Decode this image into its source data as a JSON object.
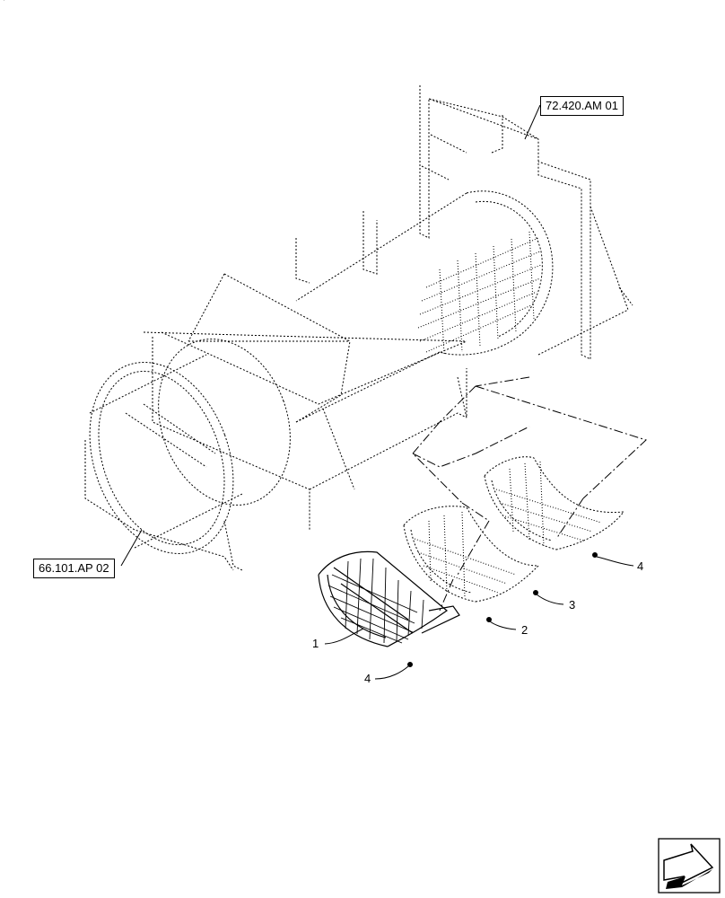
{
  "references": {
    "upper": "72.420.AM 01",
    "lower": "66.101.AP 02"
  },
  "callouts": {
    "c1": "1",
    "c2": "2",
    "c3": "3",
    "c4a": "4",
    "c4b": "4"
  },
  "corner_mark": "`",
  "icons": {
    "nav": "next-page-arrow-icon"
  }
}
